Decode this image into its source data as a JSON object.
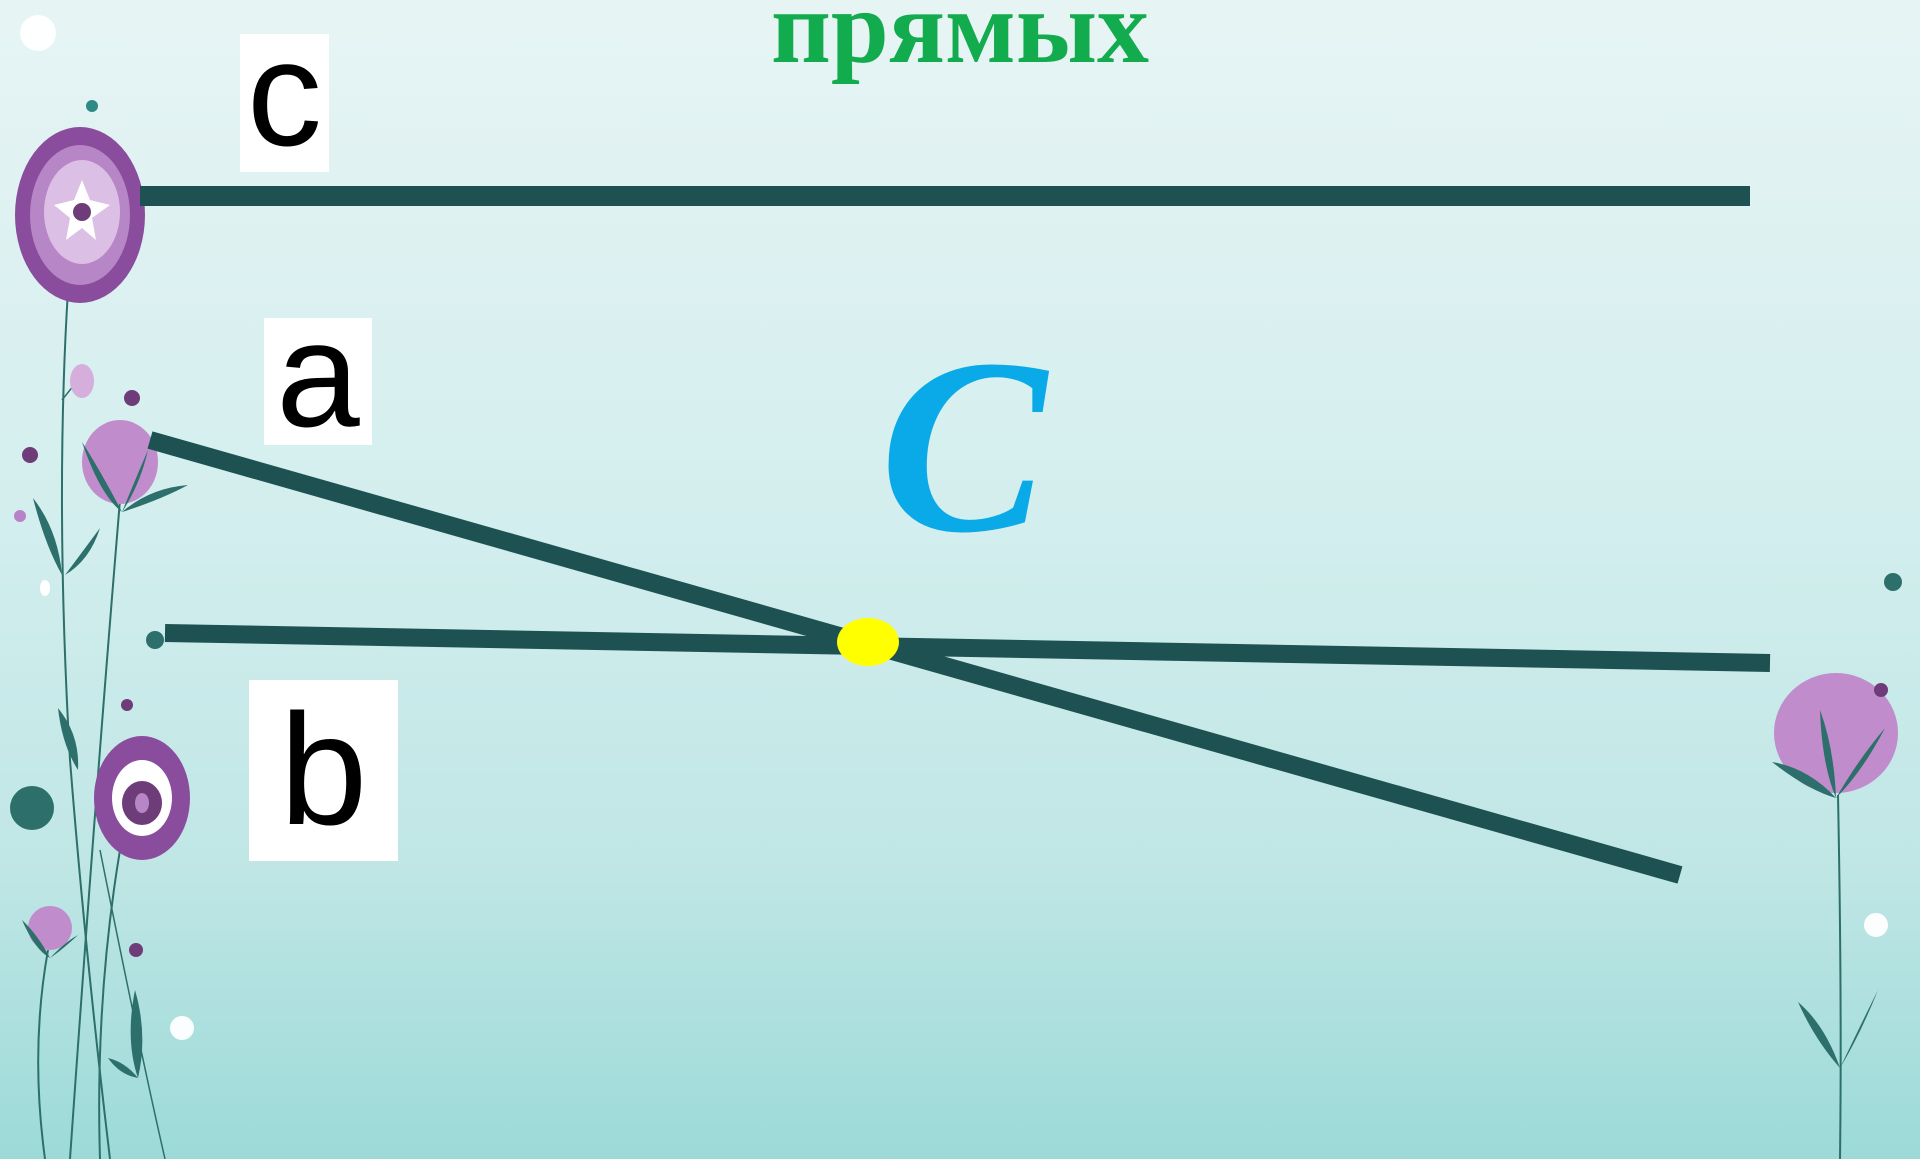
{
  "heading": "прямых",
  "labels": {
    "line_c": "c",
    "line_a": "a",
    "line_b": "b",
    "point": "С"
  },
  "colors": {
    "heading": "#12ab4d",
    "point_label": "#0aaae8",
    "lines": "#1e5252",
    "point": "#ffff00",
    "flower_purple": "#b283c5",
    "flower_dark": "#6f3c7a",
    "leaf": "#2c6f6b"
  },
  "icons": [
    "flower-decoration-left",
    "flower-decoration-right"
  ]
}
